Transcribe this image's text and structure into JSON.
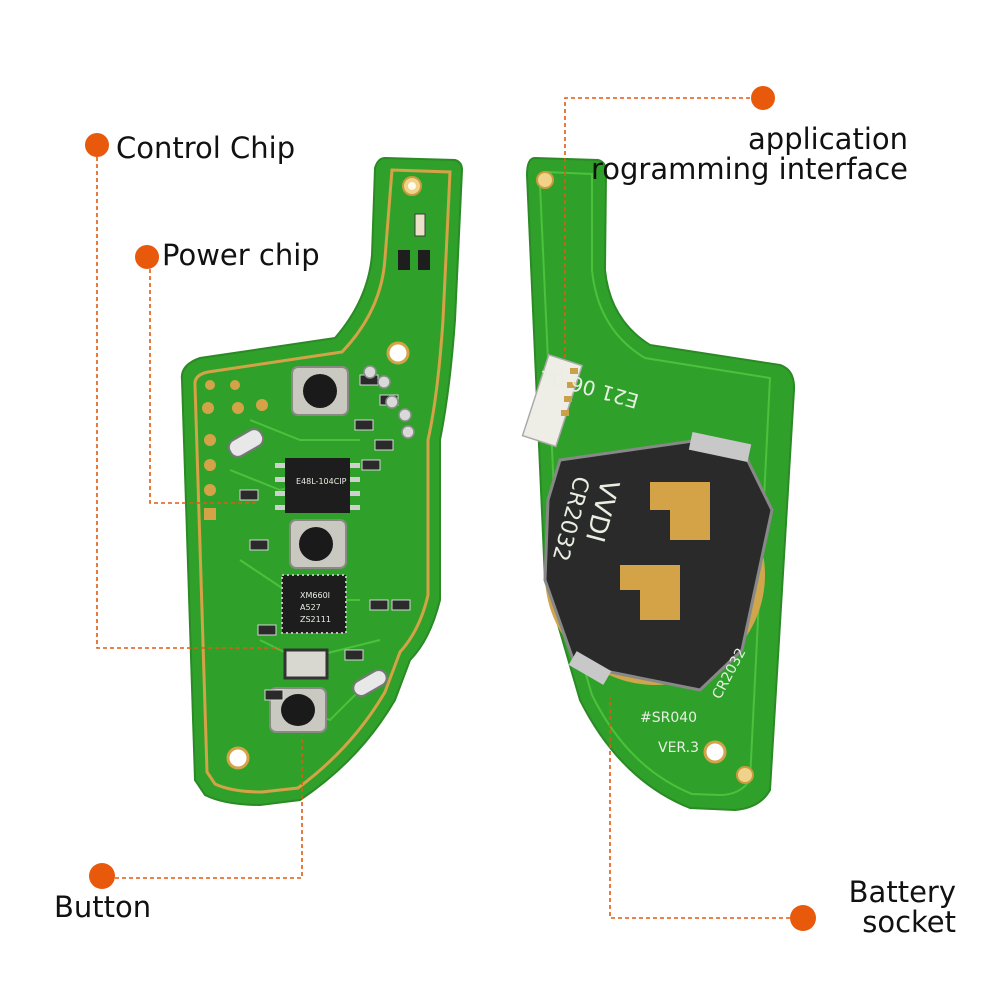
{
  "callouts": {
    "control_chip": "Control Chip",
    "power_chip": "Power chip",
    "button": "Button",
    "api_line1": "application",
    "api_line2": "rogramming interface",
    "battery_line1": "Battery",
    "battery_line2": "socket"
  },
  "pcb_text": {
    "chip_upper": "E48L-104CIP",
    "chip_lower_1": "XM660I",
    "chip_lower_2": "A527",
    "chip_lower_3": "ZS2111",
    "board_code": "E21 06 04",
    "battery_mark": "VVDI",
    "battery_model": "CR2032",
    "board_model": "CR2032",
    "sr_code": "#SR040",
    "version": "VER.3"
  },
  "colors": {
    "pcb_green": "#2fa12b",
    "trace_green": "#4cc13c",
    "gold_trace": "#d4a347",
    "callout_orange": "#e8590c",
    "label_text": "#111111"
  }
}
